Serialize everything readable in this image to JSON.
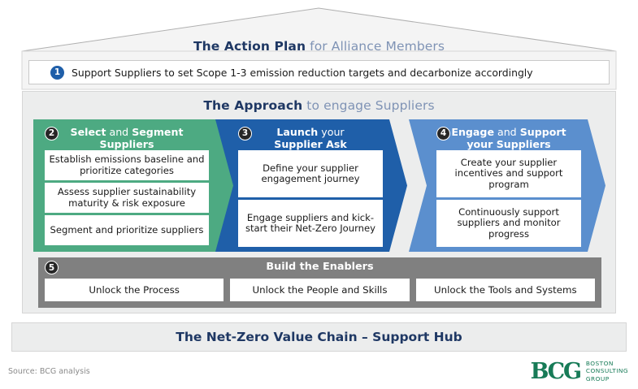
{
  "colors": {
    "title_strong": "#1f3864",
    "title_light": "#7f93b5",
    "panel_bg": "#eceded",
    "green": "#4daa82",
    "dark_blue": "#1f5fa9",
    "mid_blue": "#5b8fce",
    "grey": "#808080",
    "badge_blue": "#1f5fa9",
    "bcg_green": "#177b57"
  },
  "header": {
    "title_strong": "The Action Plan",
    "title_light": " for Alliance Members"
  },
  "action_plan": {
    "badge": "1",
    "text": "Support Suppliers to set Scope 1-3 emission reduction targets and decarbonize accordingly"
  },
  "approach": {
    "title_strong": "The Approach",
    "title_light": " to engage Suppliers",
    "steps": [
      {
        "badge": "2",
        "head_bold_1": "Select",
        "head_normal": " and ",
        "head_bold_2": "Segment",
        "head_line2": "Suppliers",
        "color": "#4daa82",
        "items": [
          "Establish emissions baseline and prioritize categories",
          "Assess supplier sustainability maturity & risk exposure",
          "Segment and prioritize suppliers"
        ]
      },
      {
        "badge": "3",
        "head_bold_1": "Launch",
        "head_normal": " your",
        "head_bold_2": "",
        "head_line2": "Supplier Ask",
        "color": "#1f5fa9",
        "items": [
          "Define your supplier engagement journey",
          "Engage suppliers and kick-start their Net-Zero Journey"
        ]
      },
      {
        "badge": "4",
        "head_bold_1": "Engage",
        "head_normal": " and ",
        "head_bold_2": "Support",
        "head_line2": "your Suppliers",
        "color": "#5b8fce",
        "items": [
          "Create your supplier incentives and support program",
          "Continuously support suppliers and monitor progress"
        ]
      }
    ]
  },
  "enablers": {
    "badge": "5",
    "title": "Build the Enablers",
    "items": [
      "Unlock the Process",
      "Unlock the People and Skills",
      "Unlock the Tools and Systems"
    ]
  },
  "foundation": {
    "text": "The Net-Zero Value Chain – Support Hub"
  },
  "footer": {
    "source": "Source: BCG analysis",
    "logo_mark": "BCG",
    "logo_line1": "BOSTON",
    "logo_line2": "CONSULTING",
    "logo_line3": "GROUP"
  }
}
